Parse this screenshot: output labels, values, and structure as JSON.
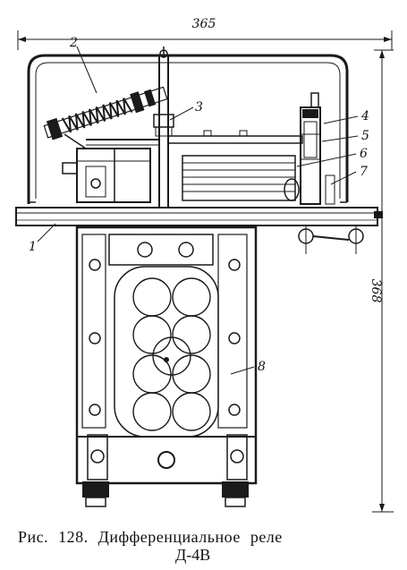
{
  "figure": {
    "dimensions": {
      "width_label": "365",
      "height_label": "368"
    },
    "callouts": [
      "1",
      "2",
      "3",
      "4",
      "5",
      "6",
      "7",
      "8"
    ]
  },
  "caption": {
    "line1": "Рис.   128.  Дифференциальное   реле",
    "line2": "Д-4В"
  }
}
